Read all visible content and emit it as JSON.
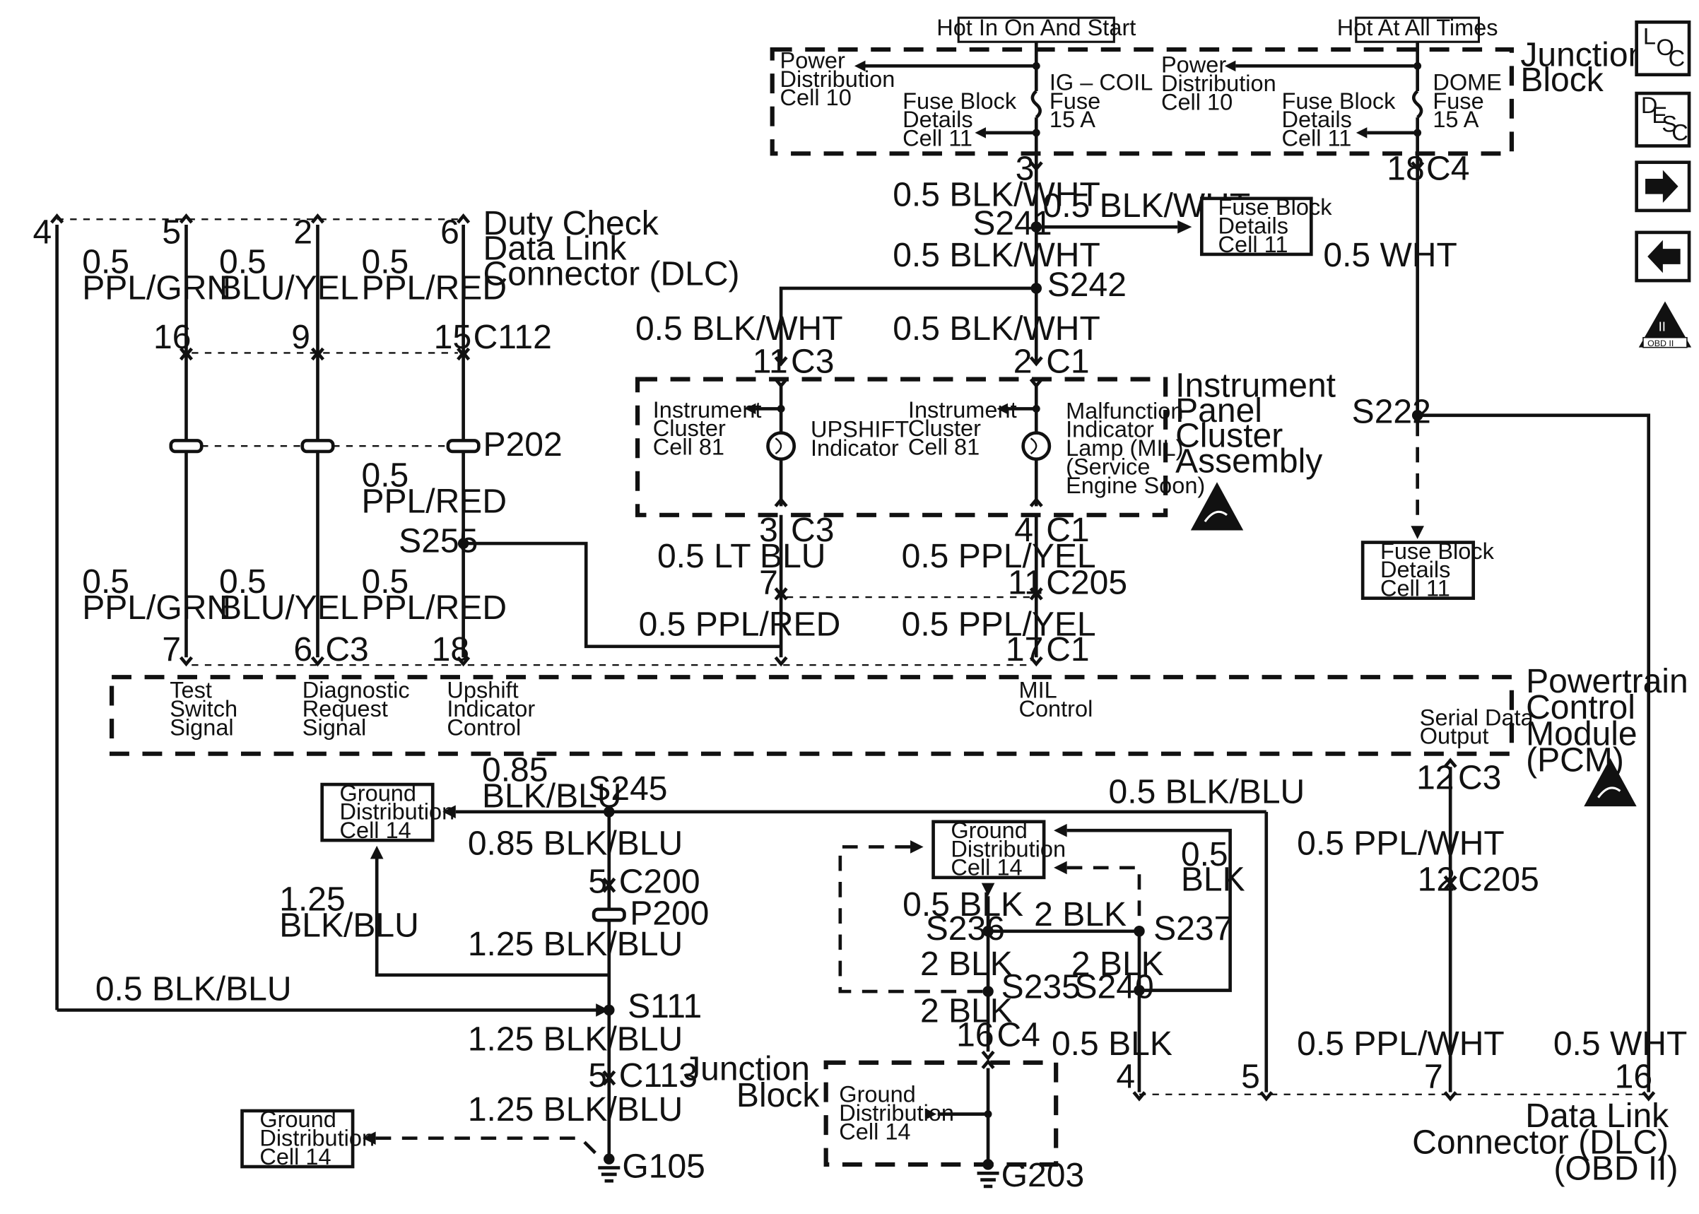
{
  "headers": {
    "hot_run_start": "Hot In On And Start",
    "hot_all_times": "Hot At All Times"
  },
  "junction_block": [
    "Junction",
    "Block"
  ],
  "power_dist_a": [
    "Power",
    "Distribution",
    "Cell 10"
  ],
  "power_dist_b": [
    "Power",
    "Distribution",
    "Cell 10"
  ],
  "fuse_a": [
    "IG – COIL",
    "Fuse",
    "15 A"
  ],
  "fuse_b": [
    "DOME",
    "Fuse",
    "15 A"
  ],
  "fbd_a": [
    "Fuse Block",
    "Details",
    "Cell 11"
  ],
  "fbd_b": [
    "Fuse Block",
    "Details",
    "Cell 11"
  ],
  "fbd_c": [
    "Fuse Block",
    "Details",
    "Cell 11"
  ],
  "fbd_d": [
    "Fuse Block",
    "Details",
    "Cell 11"
  ],
  "side_icons": {
    "loc": [
      "L",
      "O",
      "C"
    ],
    "desc": [
      "D",
      "E",
      "S",
      "C"
    ],
    "obd": [
      "II",
      "OBD II"
    ]
  },
  "dlc_top": {
    "title": [
      "Duty Check",
      "Data Link",
      "Connector (DLC)"
    ],
    "pins": [
      "4",
      "5",
      "2",
      "6"
    ]
  },
  "wires": {
    "w_ppl_grn": [
      "0.5",
      "PPL/GRN"
    ],
    "w_blu_yel": [
      "0.5",
      "BLU/YEL"
    ],
    "w_ppl_red": [
      "0.5",
      "PPL/RED"
    ],
    "w_ppl_red_b": [
      "0.5",
      "PPL/RED"
    ],
    "w_ppl_grn_b": [
      "0.5",
      "PPL/GRN"
    ],
    "w_blu_yel_b": [
      "0.5",
      "BLU/YEL"
    ],
    "w_ppl_red_c": [
      "0.5",
      "PPL/RED"
    ],
    "blk_wht_1": "0.5 BLK/WHT",
    "blk_wht_2": "0.5 BLK/WHT",
    "blk_wht_3": "0.5 BLK/WHT",
    "blk_wht_4": "0.5 BLK/WHT",
    "blk_wht_5": "0.5 BLK/WHT",
    "wht_1": "0.5 WHT",
    "lt_blu": "0.5 LT BLU",
    "ppl_yel_1": "0.5 PPL/YEL",
    "ppl_yel_2": "0.5 PPL/YEL",
    "ppl_red_h": "0.5 PPL/RED",
    "blk_blu_085": [
      "0.85",
      "BLK/BLU"
    ],
    "blk_blu_05_r": "0.5 BLK/BLU",
    "blk_blu_085_b": "0.85 BLK/BLU",
    "blk_blu_125": [
      "1.25",
      "BLK/BLU"
    ],
    "blk_blu_125_b": "1.25 BLK/BLU",
    "blk_blu_05_l": "0.5 BLK/BLU",
    "blk_blu_125_c": "1.25 BLK/BLU",
    "blk_blu_125_d": "1.25 BLK/BLU",
    "ppl_wht_1": "0.5 PPL/WHT",
    "ppl_wht_2": "0.5 PPL/WHT",
    "wht_2": "0.5 WHT",
    "blk_05_a": "0.5 BLK",
    "blk_2_a": "2 BLK",
    "blk_05_b": [
      "0.5",
      "BLK"
    ],
    "blk_2_b": "2 BLK",
    "blk_2_c": "2 BLK",
    "blk_2_d": "2 BLK",
    "blk_05_c": "0.5 BLK"
  },
  "connectors": {
    "c112": "C112",
    "p202": "P202",
    "c3_a": "C3",
    "c1_a": "C1",
    "c3_b": "C3",
    "c1_b": "C1",
    "c205_a": "C205",
    "c3_pcm": "C3",
    "c1_pcm": "C1",
    "c4_top": "C4",
    "c3_r": "C3",
    "c205_r": "C205",
    "c200": "C200",
    "p200": "P200",
    "c113": "C113",
    "c4_bot": "C4"
  },
  "pins": {
    "p16": "16",
    "p9": "9",
    "p15": "15",
    "p3_top": "3",
    "p18_top": "18",
    "p11_c3": "11",
    "p2_c1": "2",
    "p3_c3": "3",
    "p4_c1": "4",
    "p7_c205": "7",
    "p11_c205": "11",
    "p7_pcm": "7",
    "p6_pcm": "6",
    "p18_pcm": "18",
    "p17_pcm": "17",
    "p12_c3": "12",
    "p12_c205": "12",
    "p5_c200": "5",
    "p5_c113": "5",
    "p16_c4": "16",
    "d4": "4",
    "d5": "5",
    "d7": "7",
    "d16": "16"
  },
  "splices": {
    "s241": "S241",
    "s242": "S242",
    "s222": "S222",
    "s255": "S255",
    "s245": "S245",
    "s111": "S111",
    "s236": "S236",
    "s237": "S237",
    "s235": "S235",
    "s240": "S240"
  },
  "ipc": {
    "title": [
      "Instrument",
      "Panel",
      "Cluster",
      "Assembly"
    ],
    "left_ref": [
      "Instrument",
      "Cluster",
      "Cell 81"
    ],
    "upshift": [
      "UPSHIFT",
      "Indicator"
    ],
    "right_ref": [
      "Instrument",
      "Cluster",
      "Cell 81"
    ],
    "mil": [
      "Malfunction",
      "Indicator",
      "Lamp (MIL)",
      "(Service",
      "Engine Soon)"
    ]
  },
  "pcm": {
    "title": [
      "Powertrain",
      "Control",
      "Module",
      "(PCM)"
    ],
    "test": [
      "Test",
      "Switch",
      "Signal"
    ],
    "diag": [
      "Diagnostic",
      "Request",
      "Signal"
    ],
    "upshift": [
      "Upshift",
      "Indicator",
      "Control"
    ],
    "mil": [
      "MIL",
      "Control"
    ],
    "serial": [
      "Serial Data",
      "Output"
    ]
  },
  "ground_dist": {
    "g1": [
      "Ground",
      "Distribution",
      "Cell 14"
    ],
    "g2": [
      "Ground",
      "Distribution",
      "Cell 14"
    ],
    "g3": [
      "Ground",
      "Distribution",
      "Cell 14"
    ],
    "g4": [
      "Ground",
      "Distribution",
      "Cell 14"
    ]
  },
  "junction_block_bot": [
    "Junction",
    "Block"
  ],
  "grounds": {
    "g105": "G105",
    "g203": "G203"
  },
  "dlc_bottom": [
    "Data Link",
    "Connector (DLC)",
    "(OBD II)"
  ]
}
